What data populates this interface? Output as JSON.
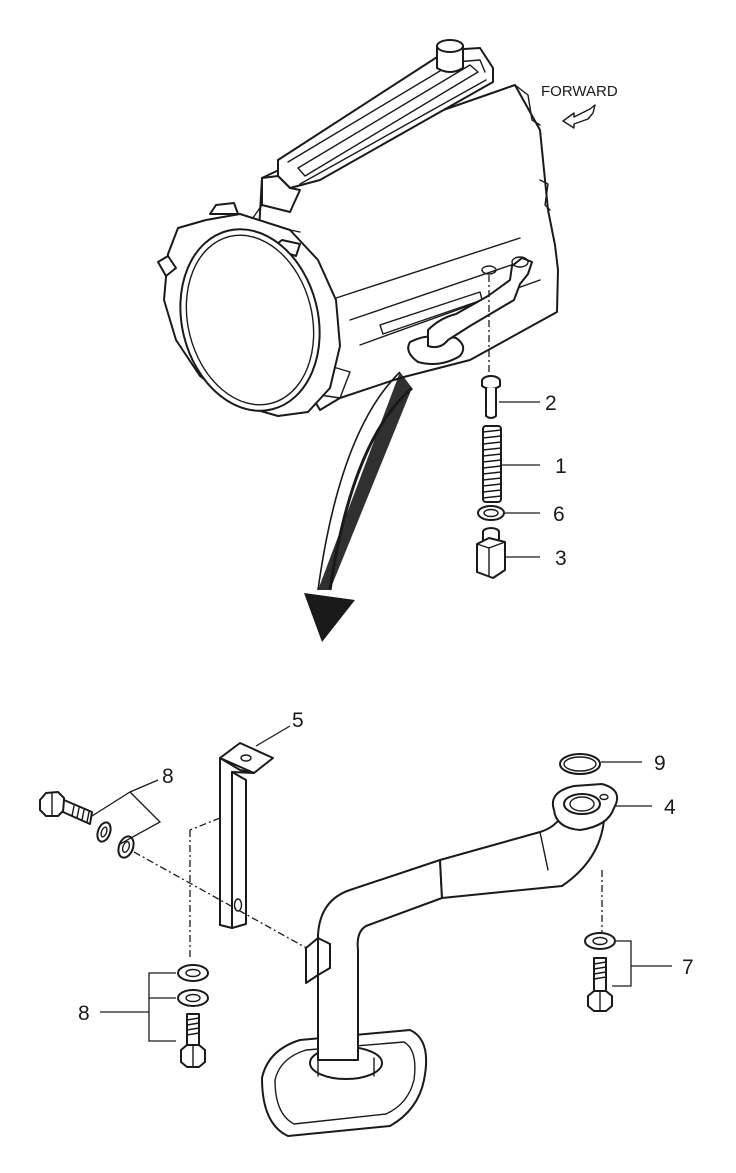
{
  "direction_label": "FORWARD",
  "callouts": {
    "c1": "1",
    "c2": "2",
    "c3": "3",
    "c4": "4",
    "c5": "5",
    "c6": "6",
    "c7": "7",
    "c8_top": "8",
    "c8_bottom": "8",
    "c9": "9"
  }
}
